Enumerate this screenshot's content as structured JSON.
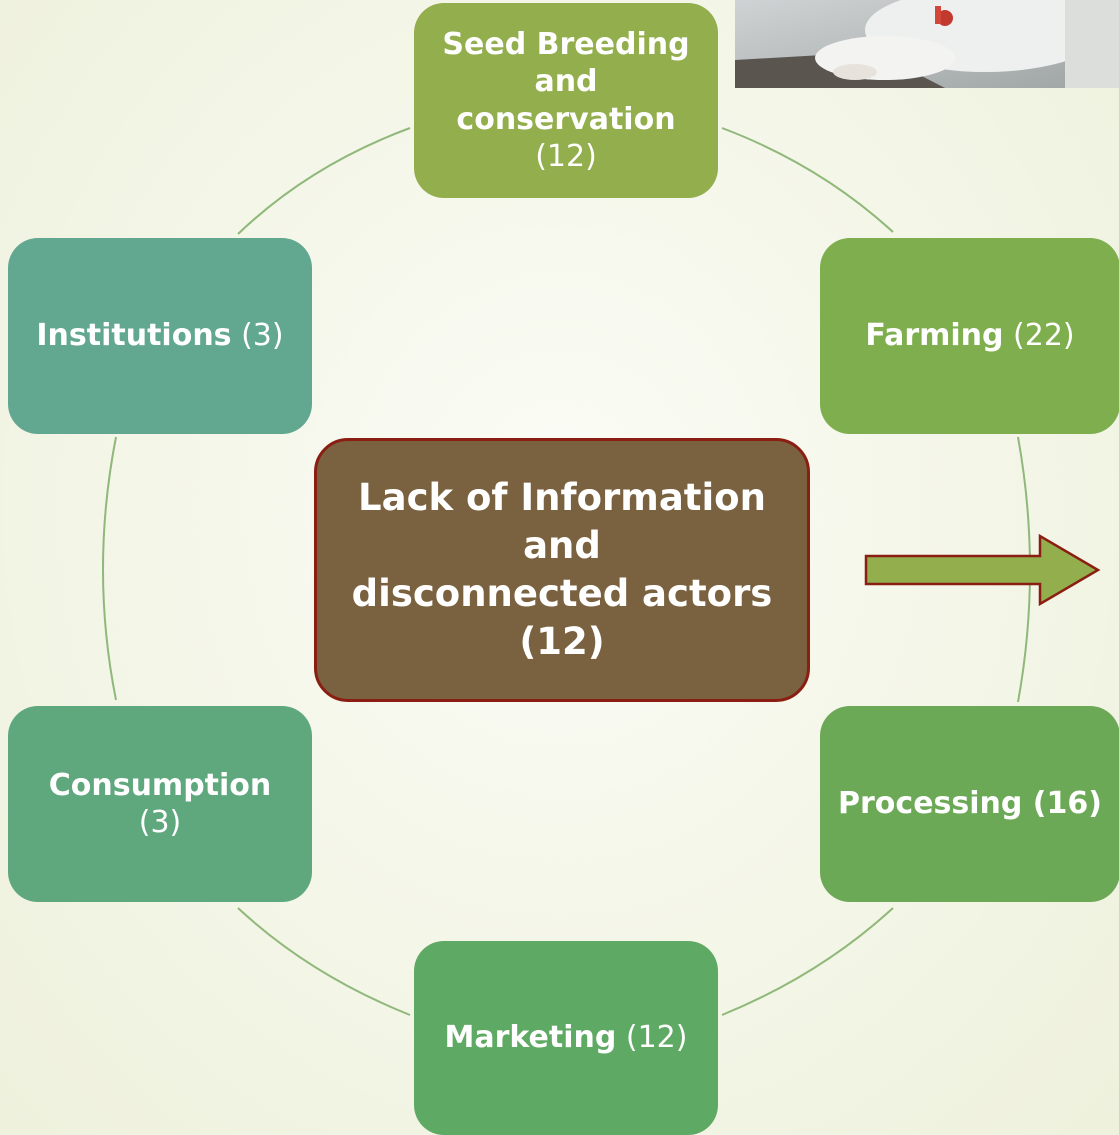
{
  "center": {
    "line1": "Lack of Information",
    "line2": "and",
    "line3": "disconnected actors",
    "count": "(12)"
  },
  "nodes": [
    {
      "id": "seed",
      "name": "Seed Breeding and conservation",
      "count": "(12)",
      "color": "#93ae4c"
    },
    {
      "id": "farming",
      "name": "Farming",
      "count": "(22)",
      "color": "#7fae4e"
    },
    {
      "id": "processing",
      "name": "Processing (16)",
      "count": "",
      "color": "#6ca957"
    },
    {
      "id": "marketing",
      "name": "Marketing",
      "count": "(12)",
      "color": "#5ea963"
    },
    {
      "id": "consumption",
      "name": "Consumption",
      "count": "(3)",
      "color": "#5fa77d"
    },
    {
      "id": "institutions",
      "name": "Institutions",
      "count": "(3)",
      "color": "#62a891"
    }
  ],
  "colors": {
    "ring": "#8fb87a",
    "arrow_fill": "#93ae4c",
    "arrow_stroke": "#8b1e12",
    "center_fill": "#7a6240"
  },
  "icons": {
    "photo": "laboratory-photo-icon",
    "arrow": "right-arrow-icon"
  }
}
